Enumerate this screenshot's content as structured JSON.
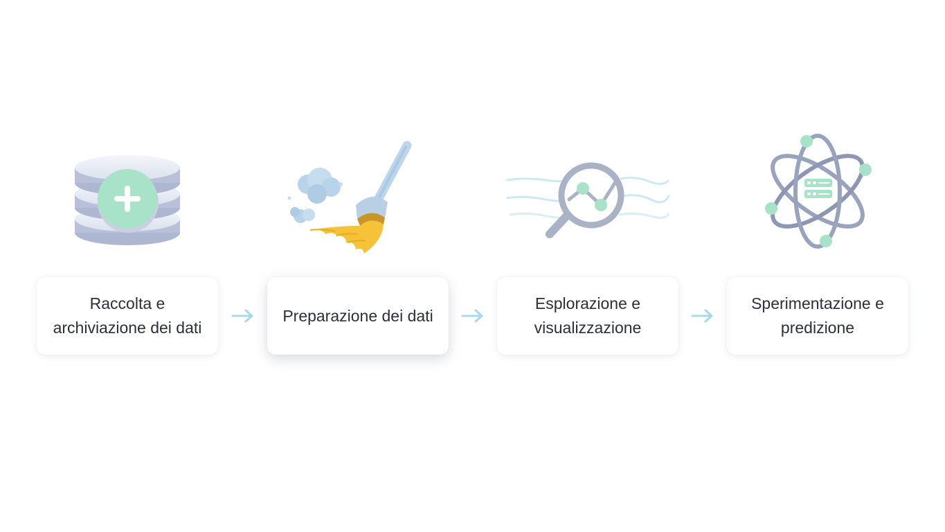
{
  "diagram": {
    "steps": [
      {
        "label": "Raccolta e archiviazione dei dati",
        "icon": "database-plus-icon"
      },
      {
        "label": "Preparazione dei dati",
        "icon": "broom-icon"
      },
      {
        "label": "Esplorazione e visualizzazione",
        "icon": "magnifier-chart-icon"
      },
      {
        "label": "Sperimentazione e predizione",
        "icon": "atom-server-icon"
      }
    ],
    "connector_icon": "arrow-right-icon",
    "colors": {
      "text": "#2a2f3a",
      "arrow": "#a9d8e8",
      "mint": "#a8e2c8",
      "slate": "#8d97b4",
      "disk": "#dfe5f1",
      "broom_yellow": "#f6c23a"
    }
  }
}
